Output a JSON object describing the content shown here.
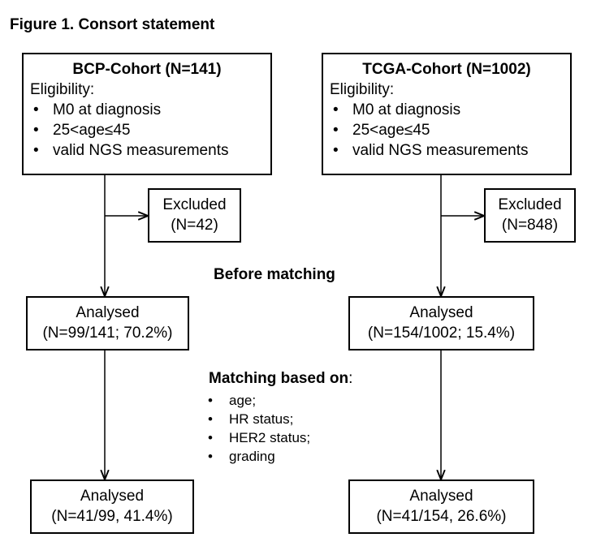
{
  "figure_title": "Figure 1. Consort statement",
  "left": {
    "cohort_title": "BCP-Cohort (N=141)",
    "eligibility_label": "Eligibility:",
    "criteria": [
      "M0 at diagnosis",
      "25<age≤45",
      "valid NGS measurements"
    ],
    "excluded": {
      "label": "Excluded",
      "count": "(N=42)"
    },
    "analysed_before": {
      "label": "Analysed",
      "detail": "(N=99/141; 70.2%)"
    },
    "analysed_after": {
      "label": "Analysed",
      "detail": "(N=41/99, 41.4%)"
    }
  },
  "right": {
    "cohort_title": "TCGA-Cohort (N=1002)",
    "eligibility_label": "Eligibility:",
    "criteria": [
      "M0 at diagnosis",
      "25<age≤45",
      "valid NGS measurements"
    ],
    "excluded": {
      "label": "Excluded",
      "count": "(N=848)"
    },
    "analysed_before": {
      "label": "Analysed",
      "detail": "(N=154/1002; 15.4%)"
    },
    "analysed_after": {
      "label": "Analysed",
      "detail": "(N=41/154, 26.6%)"
    }
  },
  "before_matching_label": "Before matching",
  "matching": {
    "label": "Matching based on",
    "colon": ":",
    "items": [
      "age;",
      "HR status;",
      "HER2 status;",
      "grading"
    ]
  }
}
